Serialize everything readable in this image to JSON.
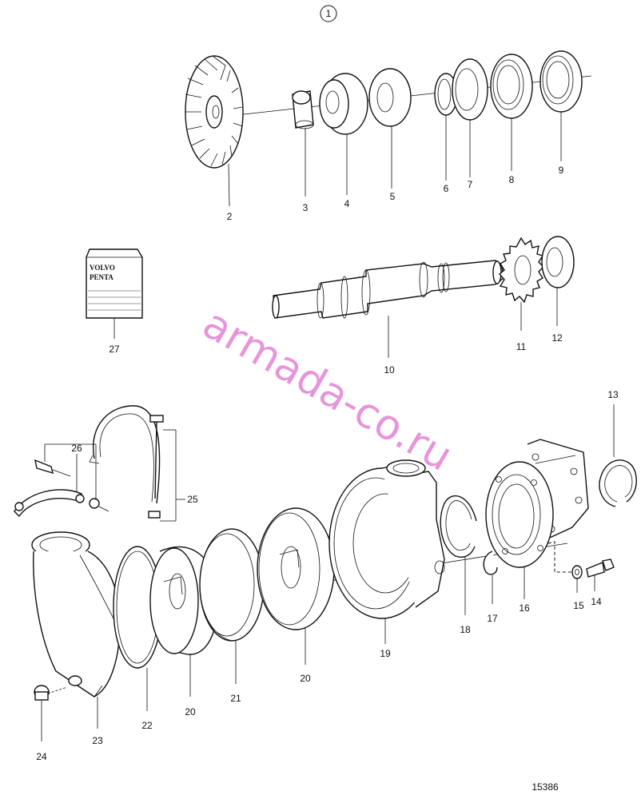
{
  "figure_number": "1",
  "drawing_number": "15386",
  "watermark": "armada-co.ru",
  "box_label": [
    "VOLVO",
    "PENTA"
  ],
  "callouts": {
    "c2": "2",
    "c3": "3",
    "c4": "4",
    "c5": "5",
    "c6": "6",
    "c7": "7",
    "c8": "8",
    "c9": "9",
    "c10": "10",
    "c11": "11",
    "c12": "12",
    "c13": "13",
    "c14": "14",
    "c15": "15",
    "c16": "16",
    "c17": "17",
    "c18": "18",
    "c19": "19",
    "c20a": "20",
    "c20b": "20",
    "c21": "21",
    "c22": "22",
    "c23": "23",
    "c24": "24",
    "c25": "25",
    "c26": "26",
    "c27": "27"
  }
}
